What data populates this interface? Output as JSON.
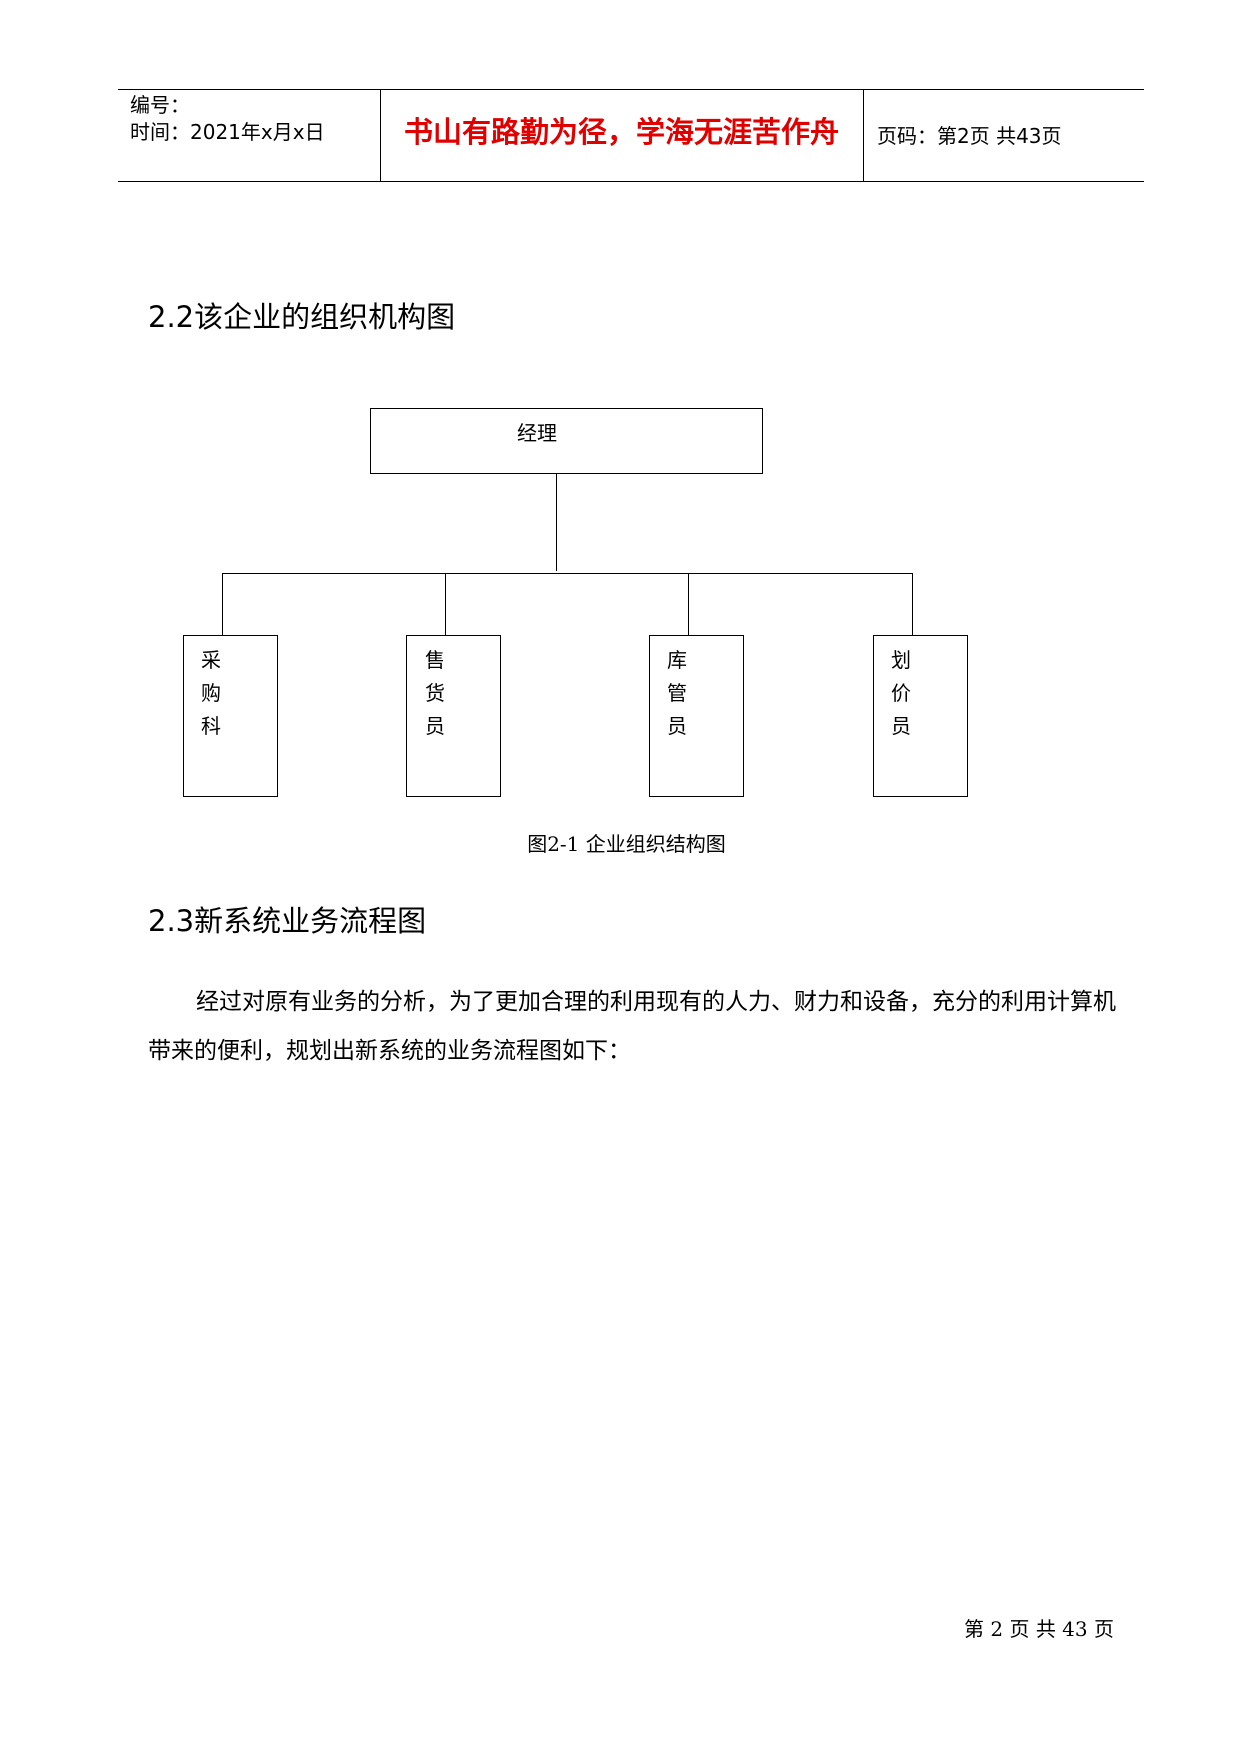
{
  "header": {
    "serial_label": "编号：",
    "date_label": "时间：2021年x月x日",
    "motto": "书山有路勤为径，学海无涯苦作舟",
    "page_info": "页码：第2页  共43页"
  },
  "sections": {
    "org_heading": "2.2该企业的组织机构图",
    "process_heading": "2.3新系统业务流程图"
  },
  "org_chart": {
    "root": "经理",
    "children": [
      "采购科",
      "售货员",
      "库管员",
      "划价员"
    ],
    "caption": "图2-1  企业组织结构图"
  },
  "body": {
    "paragraph": "经过对原有业务的分析，为了更加合理的利用现有的人力、财力和设备，充分的利用计算机带来的便利，规划出新系统的业务流程图如下："
  },
  "footer": {
    "page_number": "第 2 页 共 43 页"
  }
}
